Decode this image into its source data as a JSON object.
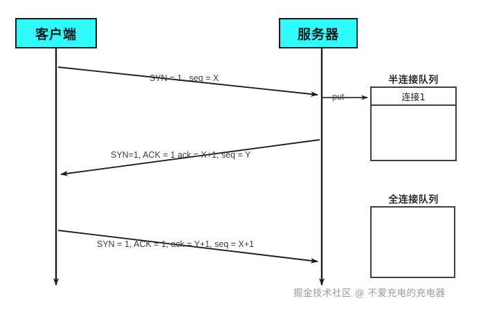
{
  "diagram": {
    "title_client": "客户端",
    "title_server": "服务器",
    "actors": [
      {
        "name": "client",
        "label": "客户端"
      },
      {
        "name": "server",
        "label": "服务器"
      }
    ],
    "messages": [
      {
        "id": "syn",
        "label": "SYN = 1 , seq = X",
        "direction": "client-to-server"
      },
      {
        "id": "syn-ack",
        "label": "SYN=1, ACK = 1 ack = X+1, seq = Y",
        "direction": "server-to-client"
      },
      {
        "id": "ack",
        "label": "SYN = 1, ACK = 1, ack = Y+1, seq = X+1",
        "direction": "client-to-server"
      }
    ],
    "put_label": "put",
    "queues": [
      {
        "id": "half-open-queue",
        "title": "半连接队列",
        "slots": [
          "连接1"
        ]
      },
      {
        "id": "accept-queue",
        "title": "全连接队列",
        "slots": []
      }
    ],
    "watermark": "掘金技术社区 @ 不爱充电的充电器",
    "colors": {
      "actor_fill": "#2FFBFB",
      "actor_border": "#16191c",
      "line": "#1d1d1d",
      "queue_border": "#3a3d42",
      "watermark": "#9a9a9a"
    }
  }
}
